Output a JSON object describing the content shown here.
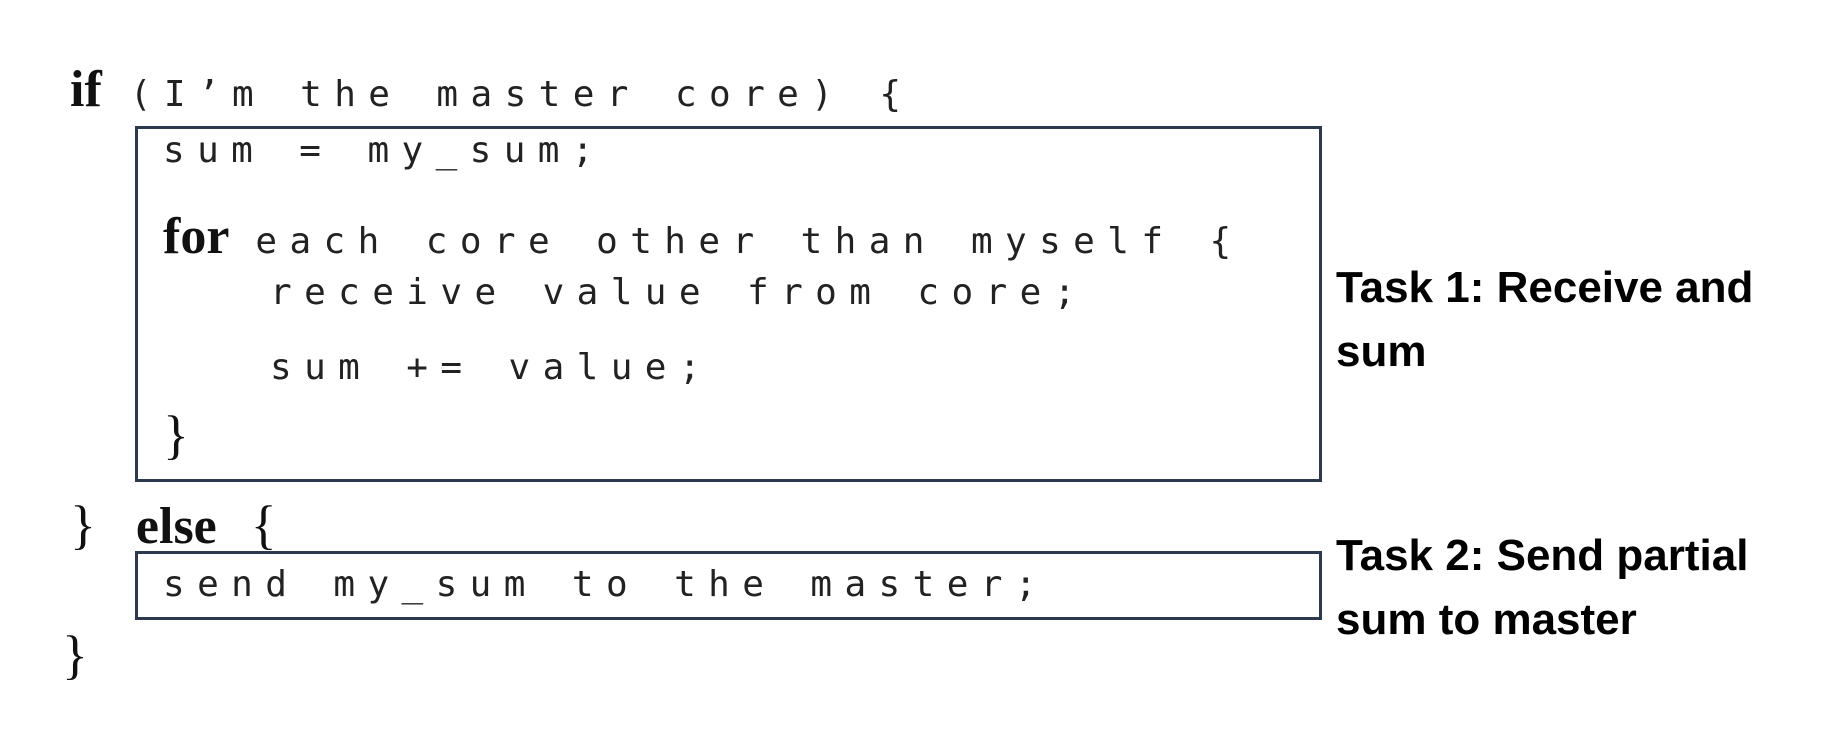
{
  "code": {
    "if_keyword": "if",
    "if_condition": "(I’m the master core) {",
    "sum_init": "sum = my_sum;",
    "for_keyword": "for",
    "for_rest": "each core other than myself {",
    "receive": "receive value from core;",
    "accumulate": "sum += value;",
    "for_close": "}",
    "else_open_brace": "}",
    "else_keyword": "else",
    "else_brace": "{",
    "send": "send my_sum to the master;",
    "final_close": "}"
  },
  "annotations": {
    "task1": "Task 1: Receive and sum",
    "task2": "Task 2: Send partial sum to master"
  },
  "colors": {
    "box_border": "#2b3a4f"
  }
}
